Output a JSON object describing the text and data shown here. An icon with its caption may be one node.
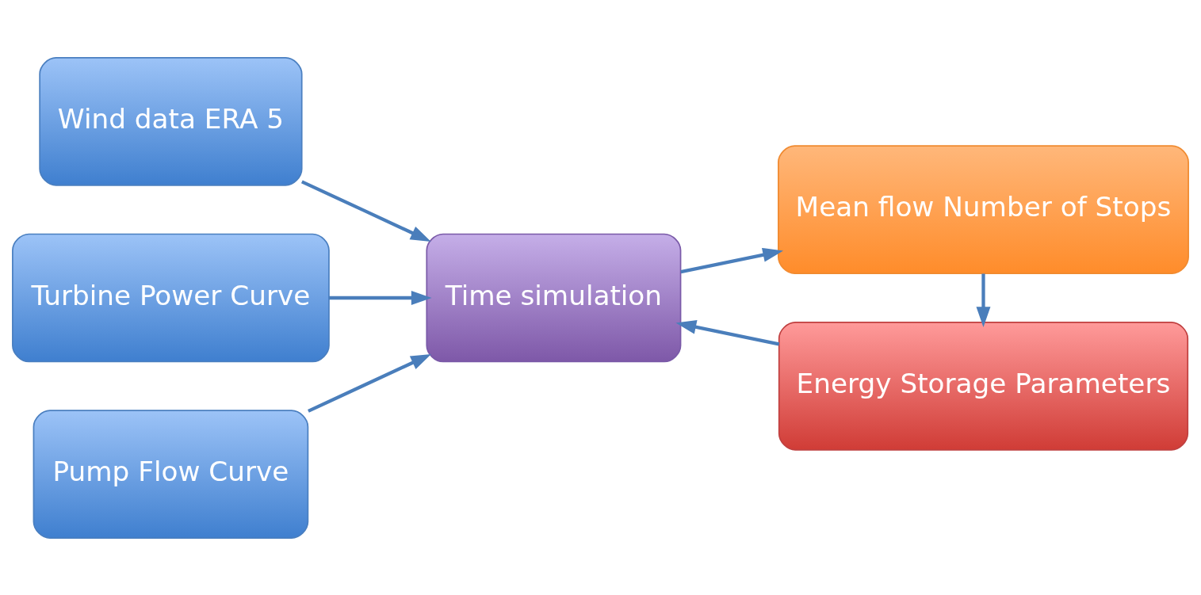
{
  "diagram": {
    "nodes": [
      {
        "text": [
          "Wind data ERA 5"
        ]
      },
      {
        "text": [
          "Turbine Power Curve"
        ]
      },
      {
        "text": [
          "Pump Flow Curve"
        ]
      },
      {
        "text": [
          "Energy Storage Parameters"
        ]
      },
      {
        "text": [
          "Time simulation"
        ]
      },
      {
        "text": [
          "Mean flow Number of Stops"
        ]
      }
    ],
    "edges": [
      {
        "from": 0,
        "to": 4,
        "arrow": "to"
      },
      {
        "from": 1,
        "to": 4,
        "arrow": "to"
      },
      {
        "from": 2,
        "to": 4,
        "arrow": "to"
      },
      {
        "from": 4,
        "to": 5,
        "arrow": "to"
      },
      {
        "from": 5,
        "to": 3,
        "arrow": "to"
      },
      {
        "from": 3,
        "to": 4,
        "arrow": "to"
      }
    ]
  }
}
